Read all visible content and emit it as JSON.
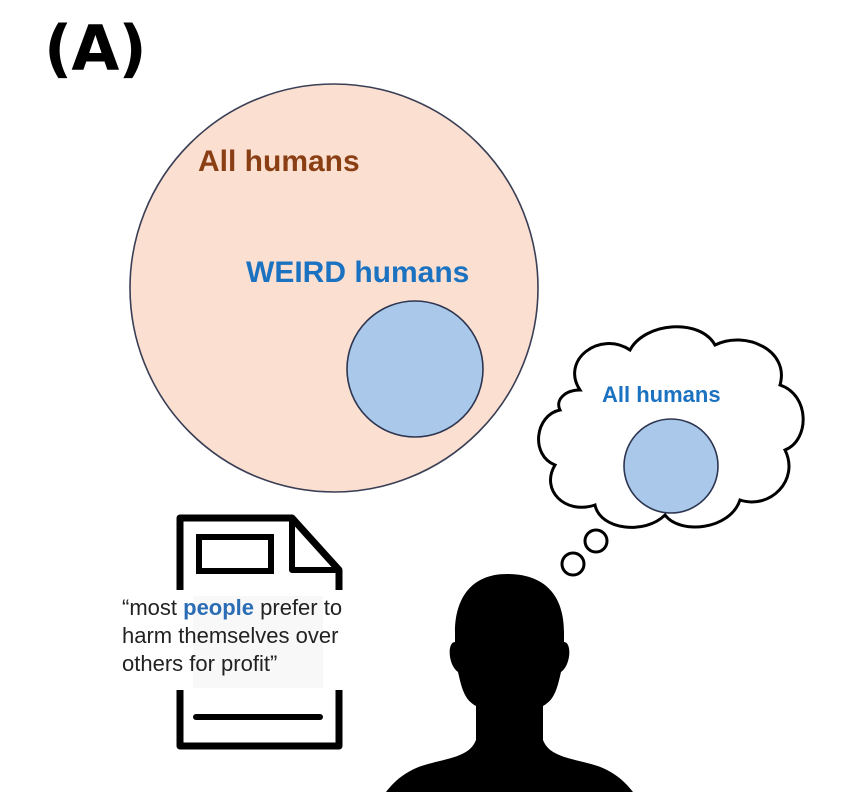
{
  "panel_label": "(A)",
  "venn": {
    "outer_label": "All humans",
    "inner_label": "WEIRD humans",
    "colors": {
      "outer_fill": "#fbe0d2",
      "inner_fill": "#a9c8ea",
      "outer_text": "#8a3e14",
      "inner_text": "#1b72c0"
    }
  },
  "thought_cloud": {
    "label": "All humans",
    "colors": {
      "circle_fill": "#a9c8ea",
      "text": "#1b72c0"
    }
  },
  "document": {
    "quote_open": "“most ",
    "quote_highlight": "people",
    "quote_rest_line1": " prefer to",
    "quote_line2": "harm themselves over",
    "quote_line3": "others for profit”"
  },
  "person": {
    "icon": "person-silhouette-icon"
  }
}
